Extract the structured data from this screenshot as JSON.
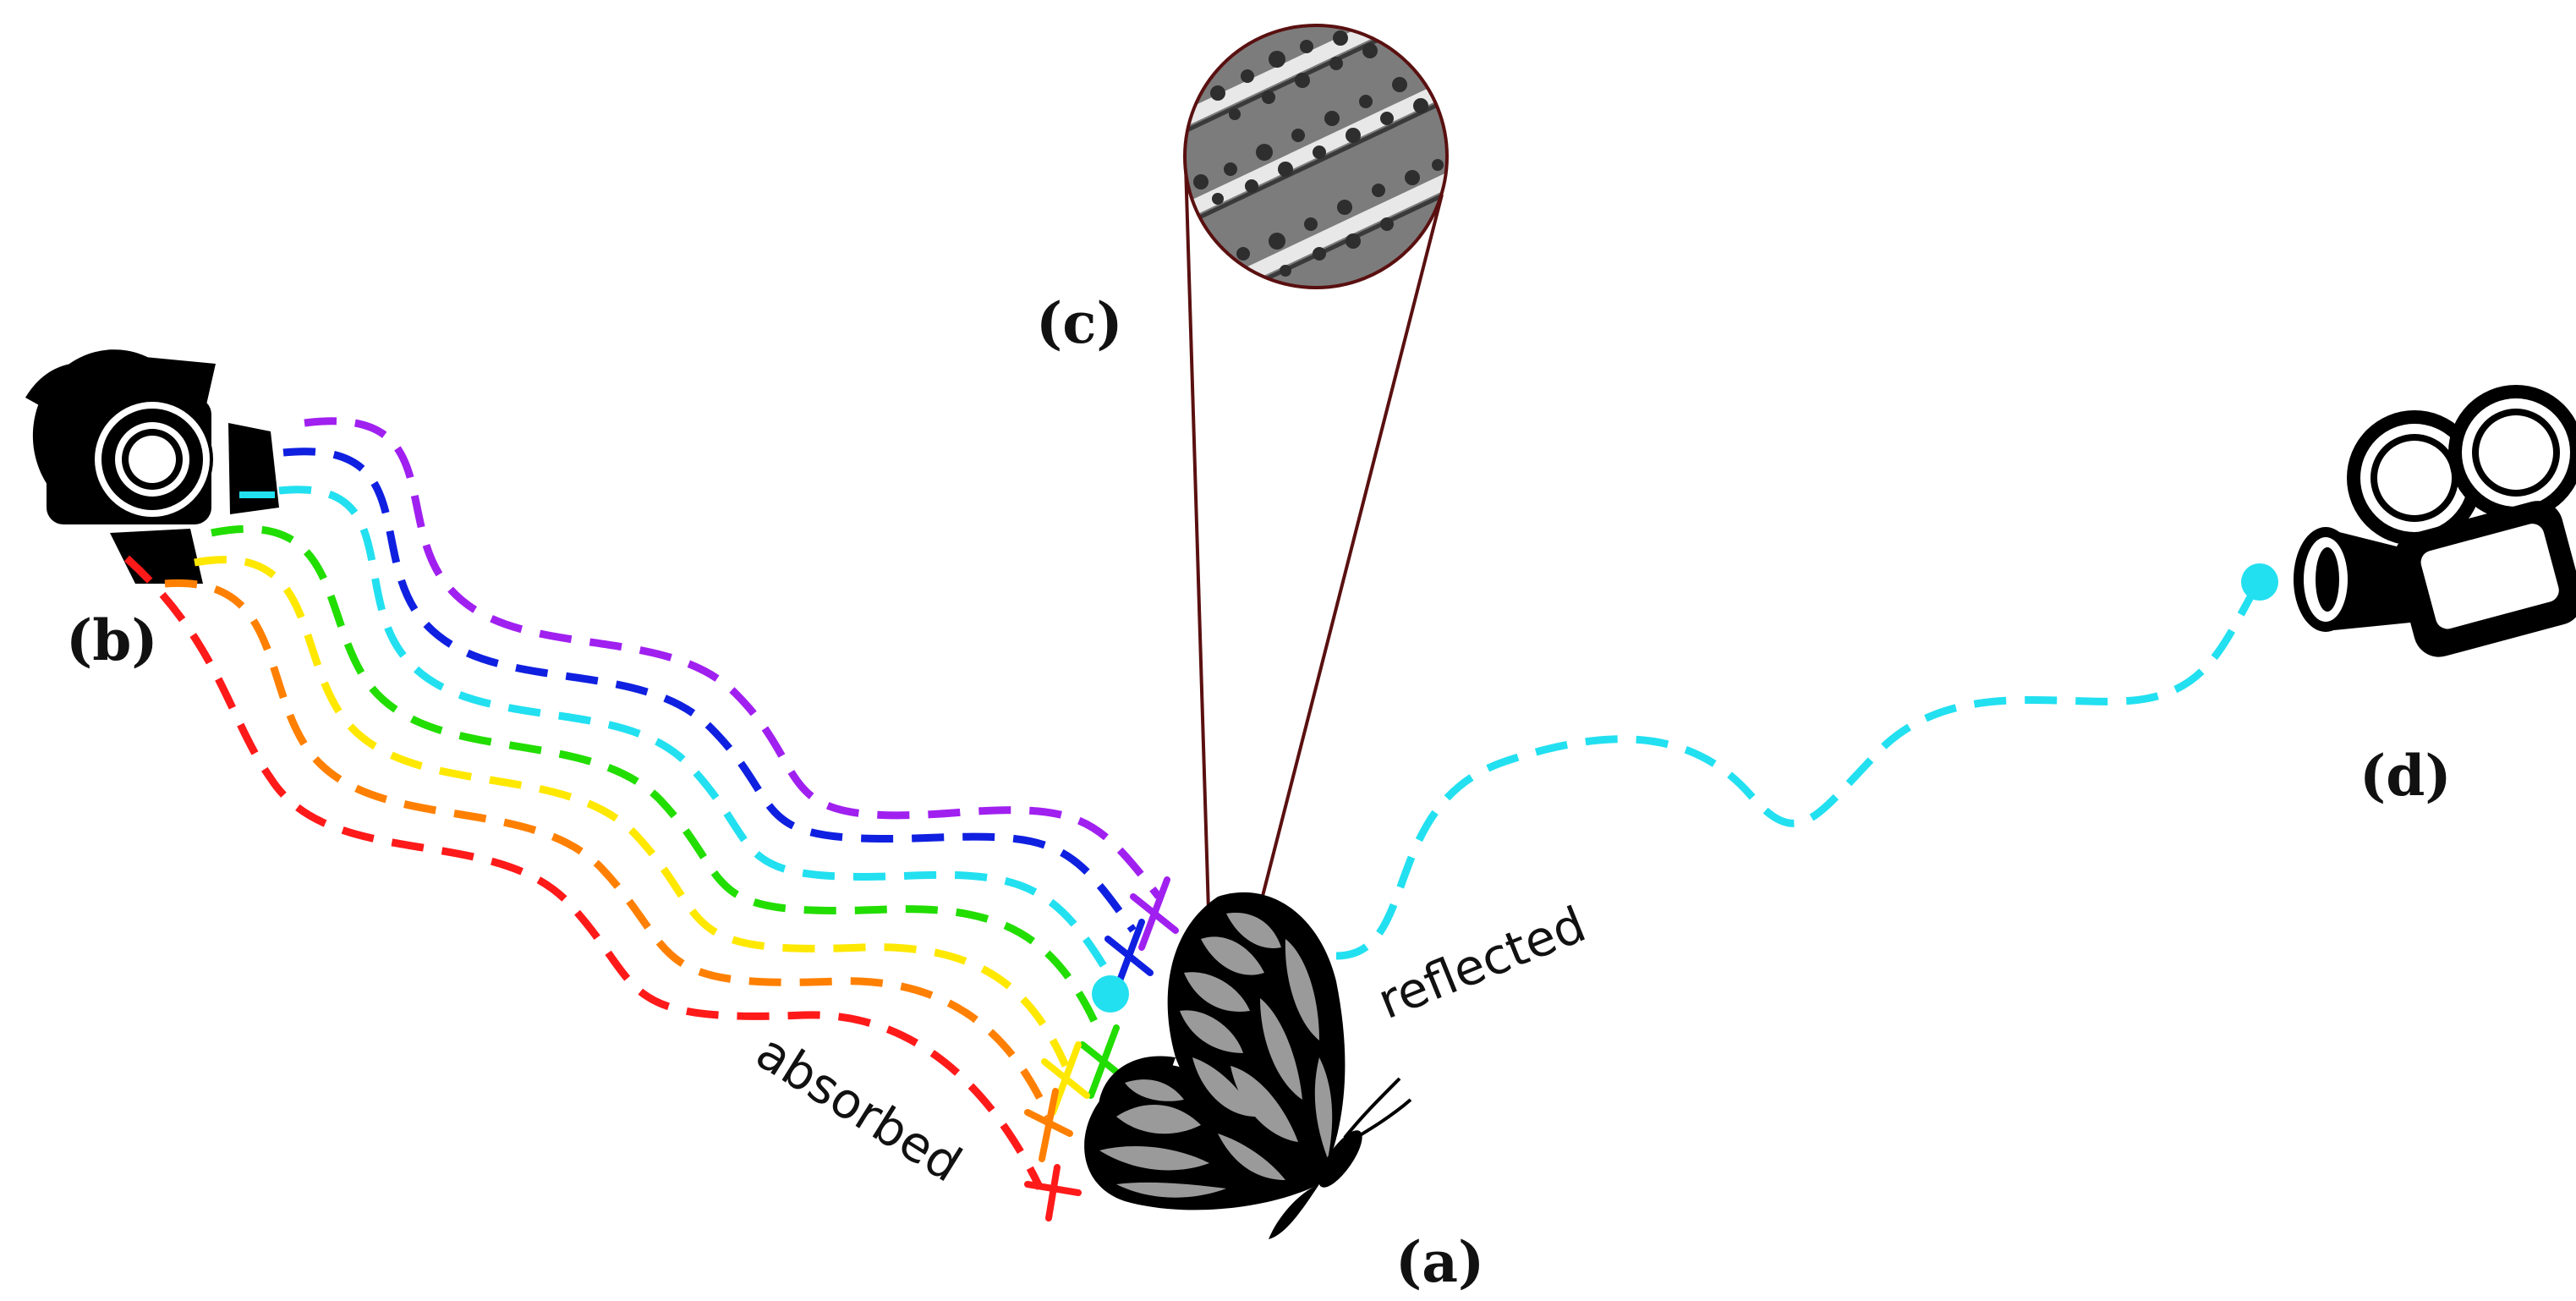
{
  "labels": {
    "a": "(a)",
    "b": "(b)",
    "c": "(c)",
    "d": "(d)",
    "absorbed": "absorbed",
    "reflected": "reflected"
  },
  "colors": {
    "red": "#ff1a1a",
    "orange": "#ff8000",
    "yellow": "#ffe800",
    "green": "#22dd00",
    "cyan": "#22e0f0",
    "blue": "#1020e0",
    "violet": "#a020f0",
    "wing_gray": "#9a9a9a",
    "zoom_line": "#5a1010"
  },
  "icons": {
    "light_source": "stage-light-icon",
    "butterfly": "butterfly-icon",
    "camera": "movie-camera-icon",
    "microstructure": "wing-scale-microscopy-image"
  }
}
